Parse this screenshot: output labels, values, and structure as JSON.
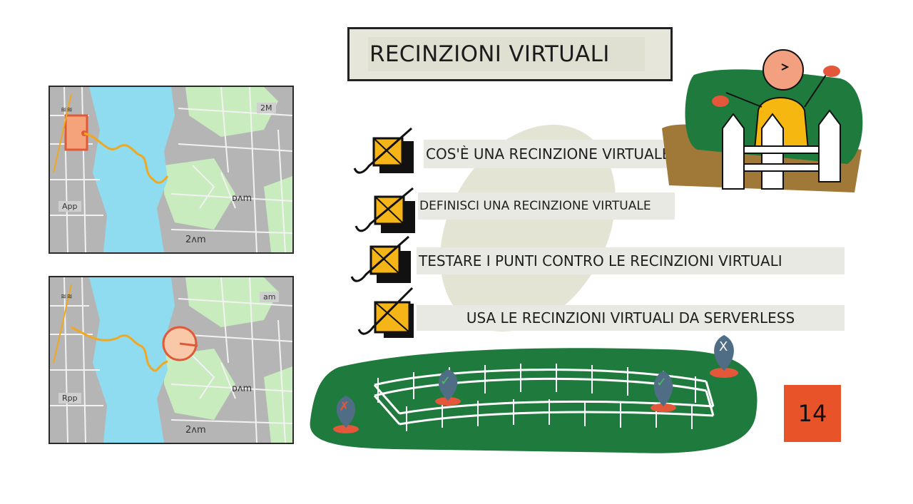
{
  "slide": {
    "title": "RECINZIONI VIRTUALI",
    "page_number": "14",
    "items": [
      {
        "label": "COS'È UNA RECINZIONE VIRTUALE?"
      },
      {
        "label": "DEFINISCI UNA RECINZIONE VIRTUALE"
      },
      {
        "label": "TESTARE I PUNTI CONTRO LE RECINZIONI VIRTUALI"
      },
      {
        "label": "USA LE RECINZIONI VIRTUALI DA SERVERLESS"
      }
    ]
  },
  "maps": {
    "top": {
      "corner_label": "2M",
      "side_label": "App"
    },
    "bottom": {
      "corner_label": "am",
      "side_label": "Rpp"
    }
  },
  "pins": {
    "left": "✗",
    "middle": "✓",
    "right": "✓",
    "far": "X"
  },
  "colors": {
    "water": "#8fdcf0",
    "park": "#c8ecbe",
    "road": "#f2f2f2",
    "route": "#f0a820",
    "fence_red": "#e05a3a",
    "grass": "#1f7a3d",
    "check_fill": "#f5b417",
    "badge": "#e8532a"
  }
}
